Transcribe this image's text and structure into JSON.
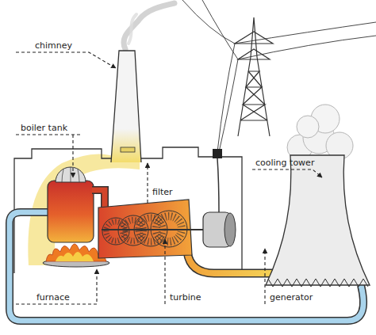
{
  "diagram": {
    "labels": [
      "chimney",
      "boiler tank",
      "filter",
      "cooling tower",
      "furnace",
      "turbine",
      "generator"
    ]
  }
}
